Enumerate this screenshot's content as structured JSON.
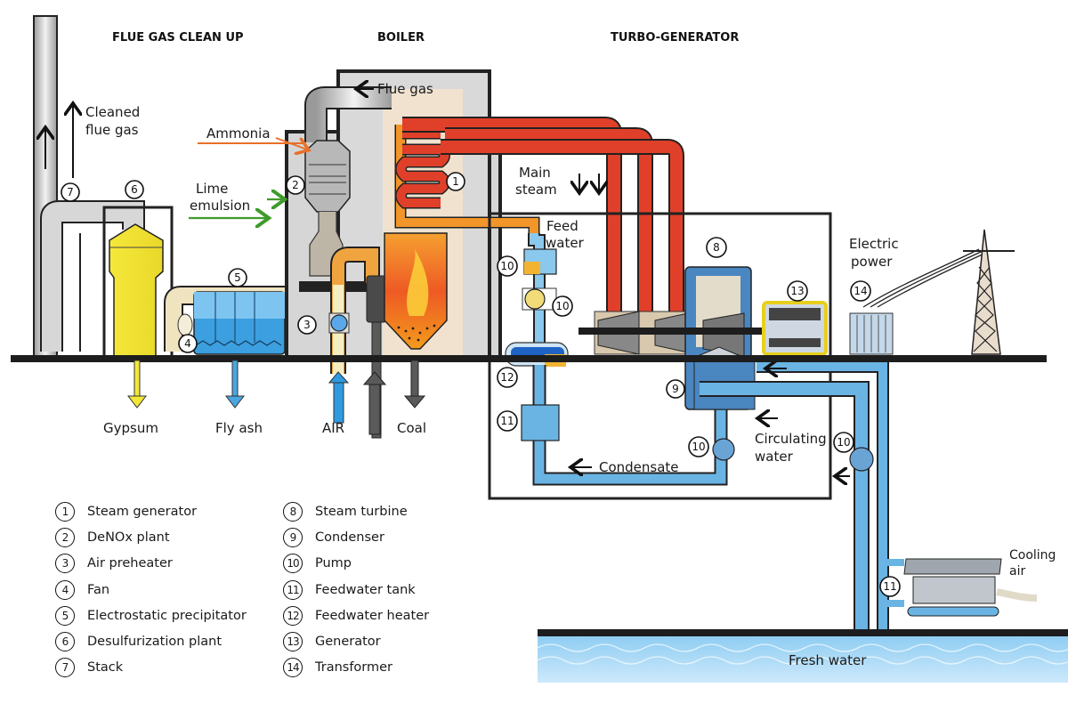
{
  "sections": {
    "flue_gas_clean_up": "FLUE GAS CLEAN UP",
    "boiler": "BOILER",
    "turbo_generator": "TURBO-GENERATOR"
  },
  "labels": {
    "cleaned_flue_gas_1": "Cleaned",
    "cleaned_flue_gas_2": "flue gas",
    "ammonia": "Ammonia",
    "lime_emulsion_1": "Lime",
    "lime_emulsion_2": "emulsion",
    "flue_gas": "Flue gas",
    "main_steam_1": "Main",
    "main_steam_2": "steam",
    "feed_water_1": "Feed",
    "feed_water_2": "water",
    "electric_power_1": "Electric",
    "electric_power_2": "power",
    "gypsum": "Gypsum",
    "fly_ash": "Fly ash",
    "air": "AIR",
    "coal": "Coal",
    "condensate": "Condensate",
    "circulating_water_1": "Circulating",
    "circulating_water_2": "water",
    "cooling_air_1": "Cooling",
    "cooling_air_2": "air",
    "fresh_water": "Fresh water"
  },
  "markers": {
    "m1": "1",
    "m2": "2",
    "m3": "3",
    "m4": "4",
    "m5": "5",
    "m6": "6",
    "m7": "7",
    "m8": "8",
    "m9": "9",
    "m10a": "10",
    "m10b": "10",
    "m10c": "10",
    "m10d": "10",
    "m11a": "11",
    "m11b": "11",
    "m12": "12",
    "m13": "13",
    "m14": "14"
  },
  "legend": {
    "left": [
      {
        "num": "1",
        "label": "Steam generator"
      },
      {
        "num": "2",
        "label": "DeNOx plant"
      },
      {
        "num": "3",
        "label": "Air preheater"
      },
      {
        "num": "4",
        "label": "Fan"
      },
      {
        "num": "5",
        "label": "Electrostatic precipitator"
      },
      {
        "num": "6",
        "label": "Desulfurization plant"
      },
      {
        "num": "7",
        "label": "Stack"
      }
    ],
    "right": [
      {
        "num": "8",
        "label": "Steam turbine"
      },
      {
        "num": "9",
        "label": "Condenser"
      },
      {
        "num": "10",
        "label": "Pump"
      },
      {
        "num": "11",
        "label": "Feedwater tank"
      },
      {
        "num": "12",
        "label": "Feedwater heater"
      },
      {
        "num": "13",
        "label": "Generator"
      },
      {
        "num": "14",
        "label": "Transformer"
      }
    ]
  },
  "colors": {
    "steam": "#e0402a",
    "water": "#6ab4e4",
    "gypsum": "#f2e83a",
    "flue": "#c9c9c9",
    "fire": "#f08a1e",
    "lime_arrow": "#3f9a2a",
    "ammonia_arrow": "#e8702a"
  }
}
